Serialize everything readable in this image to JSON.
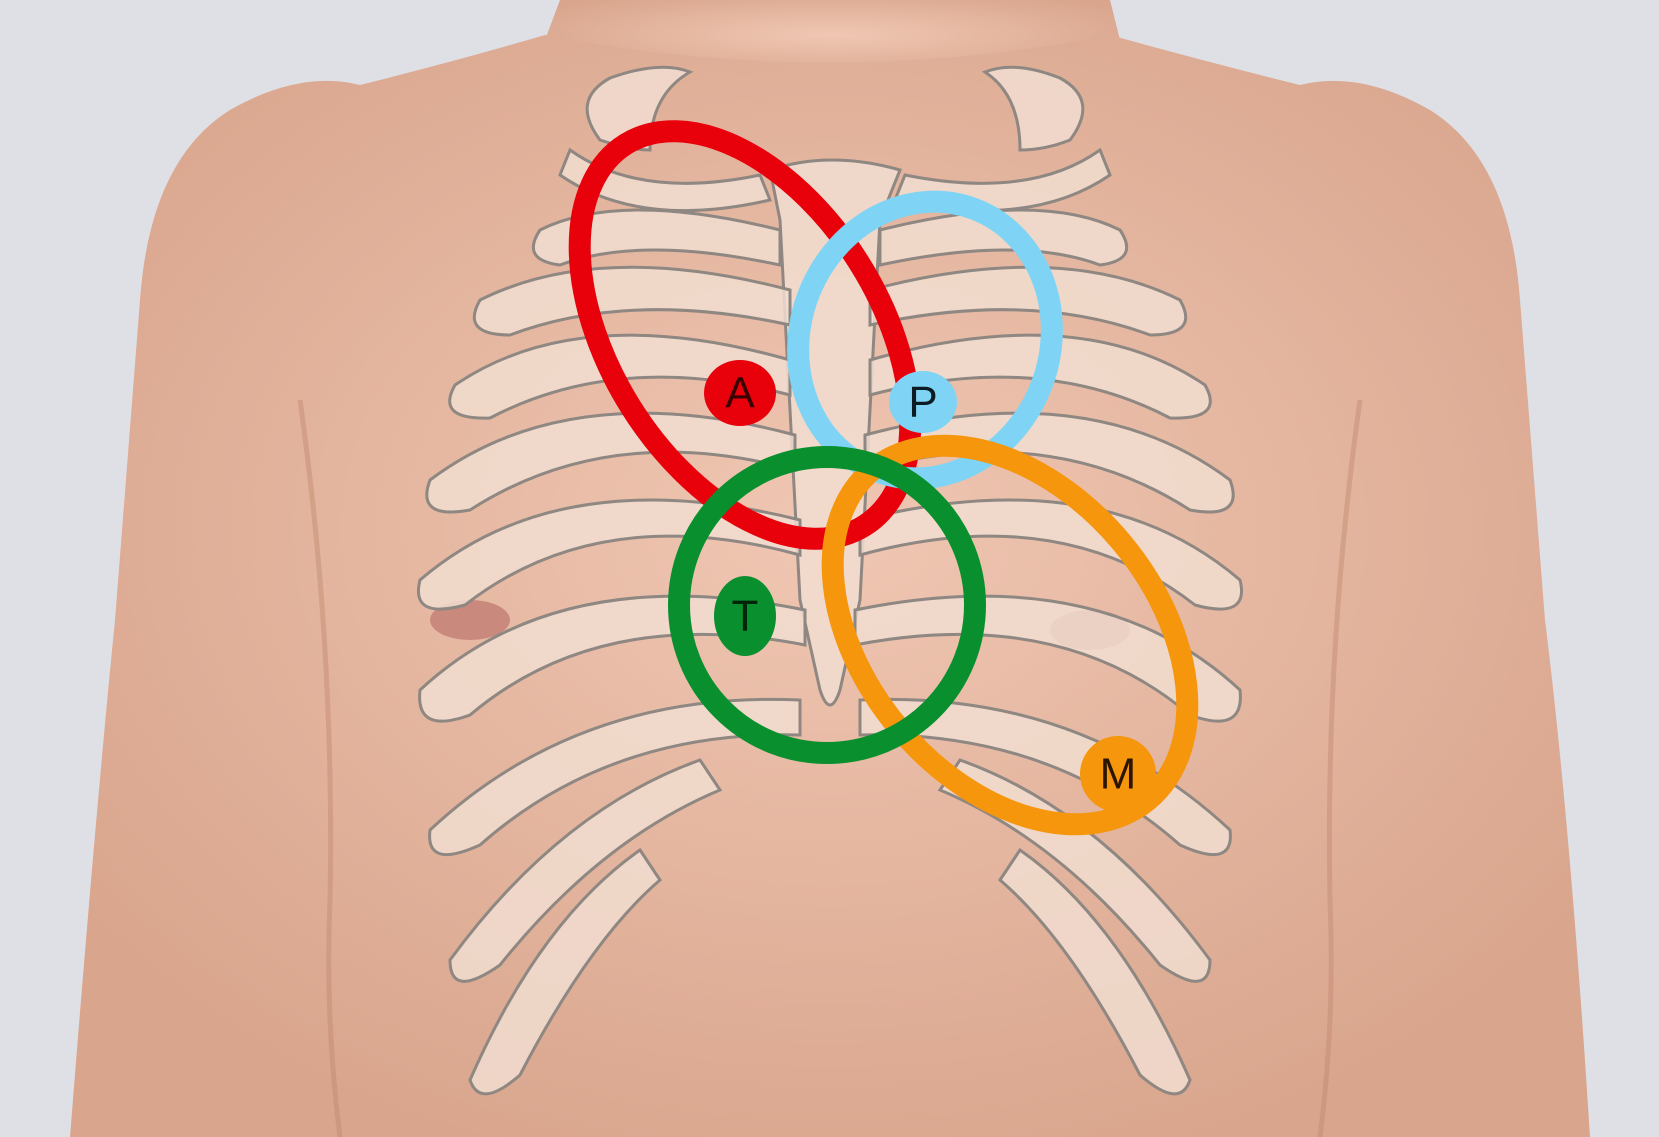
{
  "background_color": "#dfe0e6",
  "skin_color": "#eab9a3",
  "bone_fill": "#f1ddd0",
  "bone_stroke": "#8f8782",
  "regions": [
    {
      "key": "aortic",
      "label": "A",
      "color": "#e8000b",
      "label_color": "#3a0000"
    },
    {
      "key": "pulmonary",
      "label": "P",
      "color": "#7fd4f5",
      "label_color": "#0d1b22"
    },
    {
      "key": "tricuspid",
      "label": "T",
      "color": "#0a8f2e",
      "label_color": "#02240b"
    },
    {
      "key": "mitral",
      "label": "M",
      "color": "#f5960d",
      "label_color": "#2b1500"
    }
  ]
}
